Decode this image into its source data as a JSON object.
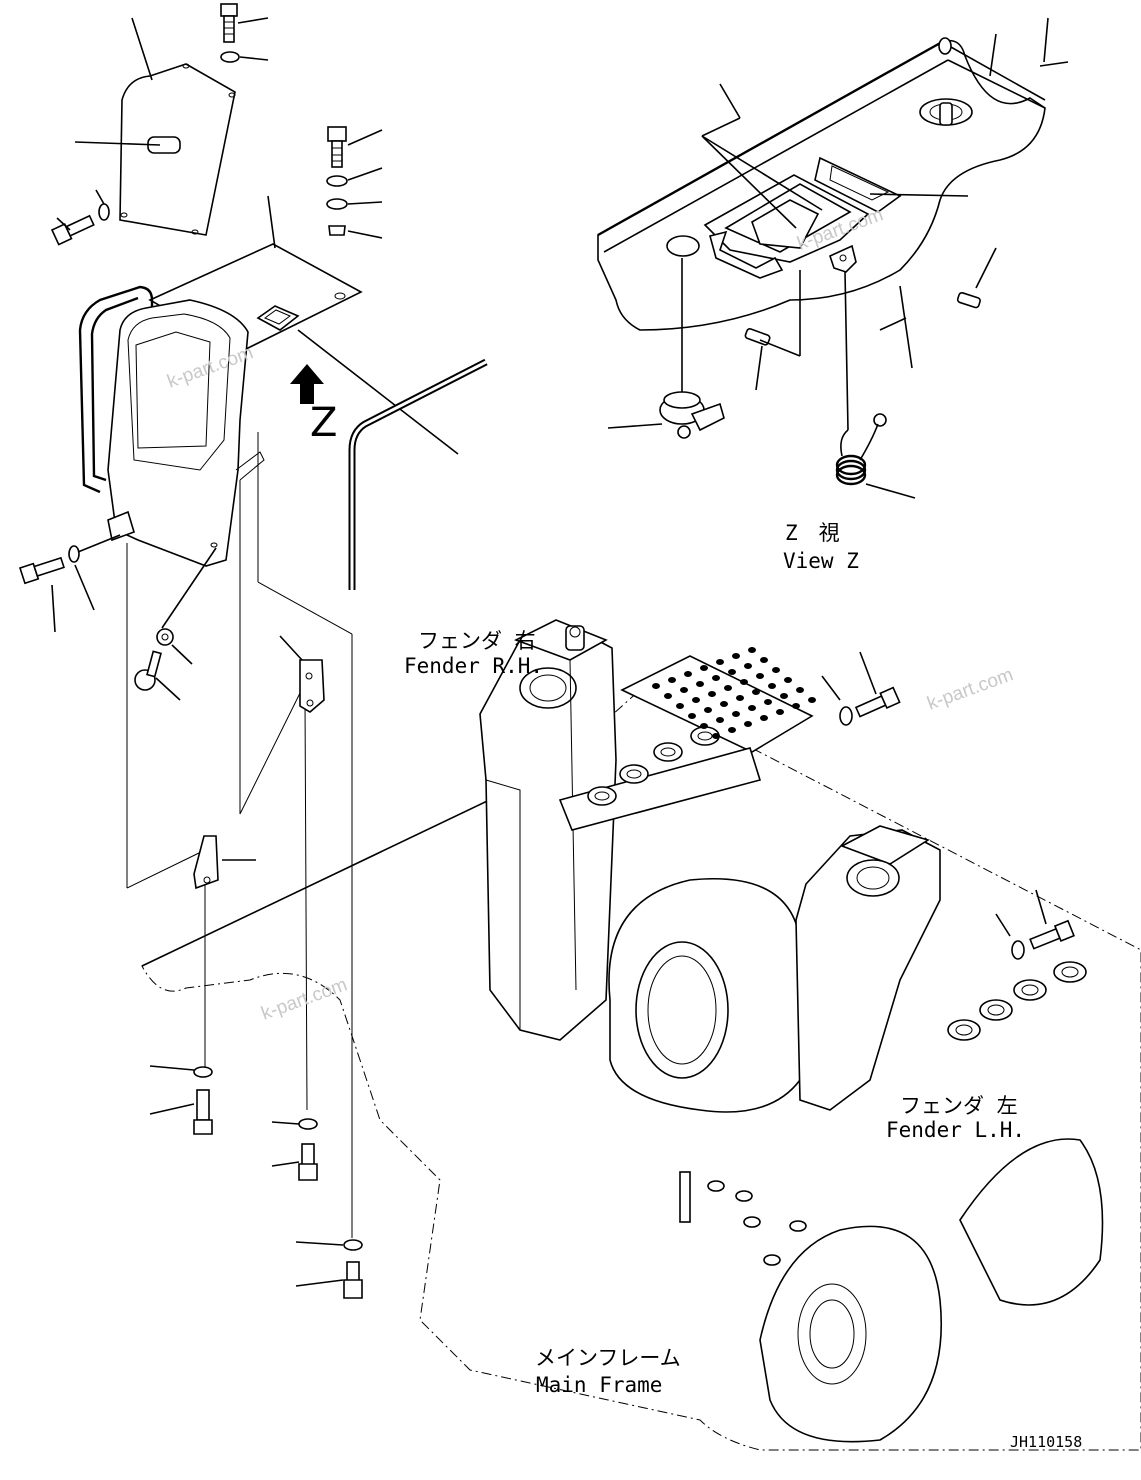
{
  "labels": {
    "view_z_jp": "Z　視",
    "view_z_en": "View Z",
    "fender_rh_jp": "フェンダ 右",
    "fender_rh_en": "Fender R.H.",
    "fender_lh_jp": "フェンダ 左",
    "fender_lh_en": "Fender L.H.",
    "main_frame_jp": "メインフレーム",
    "main_frame_en": "Main Frame",
    "arrow_z": "Z",
    "drawing_ref": "JH110158"
  },
  "watermark": "k-part.com"
}
